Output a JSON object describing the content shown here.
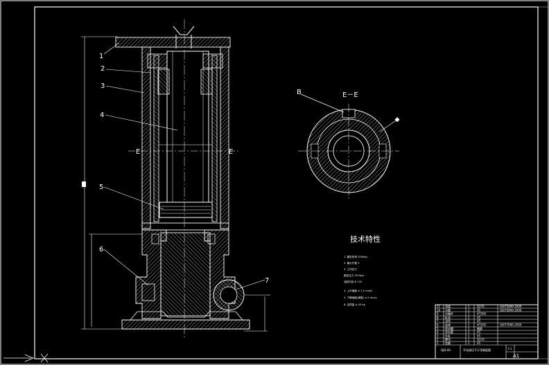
{
  "drawing": {
    "section_label": "E－E",
    "section_mark": "E",
    "detail_b": "B",
    "part_numbers": [
      "1",
      "2",
      "3",
      "4",
      "5",
      "6",
      "7"
    ],
    "notes_title": "技术特性",
    "notes": [
      "1. 额定负荷  2000kg",
      "2. 最大行程  3",
      "3. 工作压力",
      "    额定压力  30 Mpa",
      "    油缸内径  Φ 110",
      "4. 上升速度  ≥ 1.5 mm/s",
      "5. 下降速度(满载)  ≤ 5 mm/s",
      "6. 总质量  ≤ 45 kg"
    ]
  },
  "title_block": {
    "rows": [
      [
        "11",
        "顶盖",
        "1",
        "Q235",
        "GB/T5899-2000"
      ],
      [
        "10",
        "活塞",
        "1",
        "45",
        "GB/T5899-2000"
      ],
      [
        "9",
        "活塞杆",
        "1",
        "HT200",
        ""
      ],
      [
        "8",
        "缸体",
        "1",
        "45",
        ""
      ],
      [
        "7",
        "油泵",
        "1",
        "45",
        ""
      ],
      [
        "6",
        "底座",
        "1",
        "HT200",
        "GB/T7896-2000"
      ],
      [
        "5",
        "密封圈",
        "1",
        "橡胶",
        ""
      ],
      [
        "4",
        "导向套",
        "1",
        "45",
        ""
      ],
      [
        "3",
        "外缸",
        "1",
        "45",
        ""
      ],
      [
        "2",
        "螺母",
        "1",
        "Q235",
        ""
      ],
      [
        "1",
        "垫圈",
        "1",
        "45",
        ""
      ]
    ],
    "drawing_name": "手动液压千斤顶装配图",
    "drawing_no": "QJD-00",
    "scale": "1:1",
    "sheet": "A1"
  }
}
